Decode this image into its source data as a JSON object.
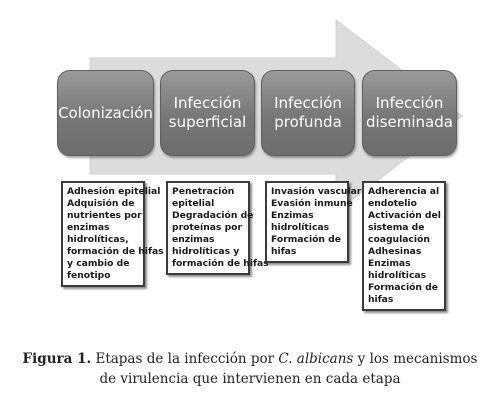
{
  "stages": [
    {
      "label": "Colonización"
    },
    {
      "label": "Infección\nsuperficial"
    },
    {
      "label": "Infección\nprofunda"
    },
    {
      "label": "Infección\ndiseminada"
    }
  ],
  "descriptions": [
    {
      "lines": [
        "Adhesión epitelial",
        "Adquisión de",
        "nutrientes por",
        "enzimas",
        "hidrolíticas,",
        "formación de hifas",
        "y cambio de",
        "fenotipo"
      ]
    },
    {
      "lines": [
        "Penetración",
        "epitelial",
        "Degradación de",
        "proteínas por",
        "enzimas",
        "hidrolíticas y",
        "formación de hifas"
      ]
    },
    {
      "lines": [
        "Invasión vascular",
        "Evasión inmune",
        "Enzimas",
        "hidrolíticas",
        "Formación de",
        "hifas"
      ]
    },
    {
      "lines": [
        "Adherencia al",
        "endotelio",
        "Activación del",
        "sistema de",
        "coagulación",
        "Adhesinas",
        "Enzimas",
        "hidrolíticas",
        "Formación de",
        "hifas"
      ]
    }
  ],
  "caption": {
    "figure_label": "Figura 1.",
    "text_before": " Etapas de la infección por ",
    "species": "C. albicans",
    "text_after": " y los mecanismos",
    "line2": "de virulencia que intervienen en cada etapa"
  },
  "colors": {
    "arrow": "#d9d9d9",
    "stage_fill": "#7a7a7a",
    "box_border": "#3b3b3b"
  }
}
